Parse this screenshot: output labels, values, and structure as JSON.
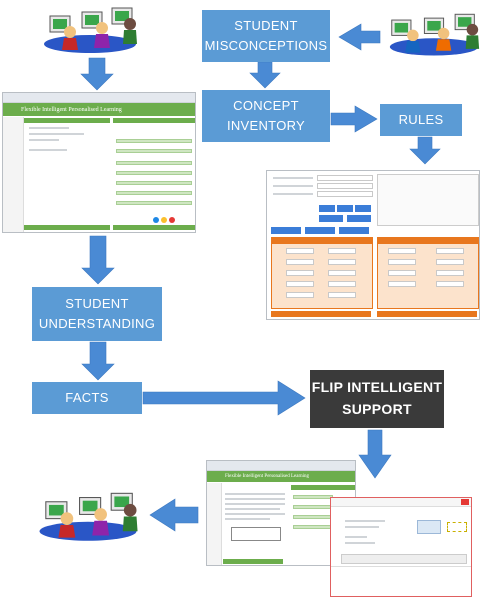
{
  "nodes": {
    "student_misconceptions": [
      "STUDENT",
      "MISCONCEPTIONS"
    ],
    "concept_inventory": [
      "CONCEPT",
      "INVENTORY"
    ],
    "rules": [
      "RULES"
    ],
    "student_understanding": [
      "STUDENT",
      "UNDERSTANDING"
    ],
    "facts": [
      "FACTS"
    ],
    "flip_support": [
      "FLIP INTELLIGENT",
      "SUPPORT"
    ]
  },
  "screens": {
    "app_title": "Flexible Intelligent Personalised Learning"
  },
  "colors": {
    "box": "#5b9bd5",
    "dark_box": "#3a3a3a",
    "arrow": "#4a8ad4",
    "brand_green": "#6cad4c",
    "table_orange": "#e8771e"
  },
  "icons": [
    "students-at-computers-icon"
  ]
}
